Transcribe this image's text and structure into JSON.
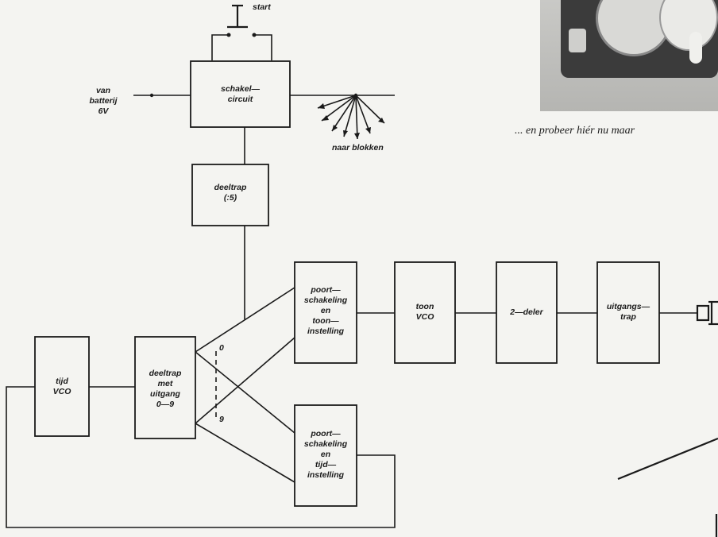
{
  "caption": "... en probeer hiér nu maar",
  "labels": {
    "start": "start",
    "van_batterij": "van\nbatterij\n6V",
    "naar_blokken": "naar blokken",
    "digit_0": "0",
    "digit_9": "9"
  },
  "blocks": {
    "schakelcircuit": "schakel—\ncircuit",
    "deeltrap5": "deeltrap\n(:5)",
    "tijd_vco": "tijd\nVCO",
    "deeltrap_uitgang": "deeltrap\nmet\nuitgang\n0—9",
    "poort_toon": "poort—\nschakeling\nen\ntoon—\ninstelling",
    "toon_vco": "toon\nVCO",
    "deler2": "2—deler",
    "uitgangstrap": "uitgangs—\ntrap",
    "poort_tijd": "poort—\nschakeling\nen\ntijd—\ninstelling"
  }
}
